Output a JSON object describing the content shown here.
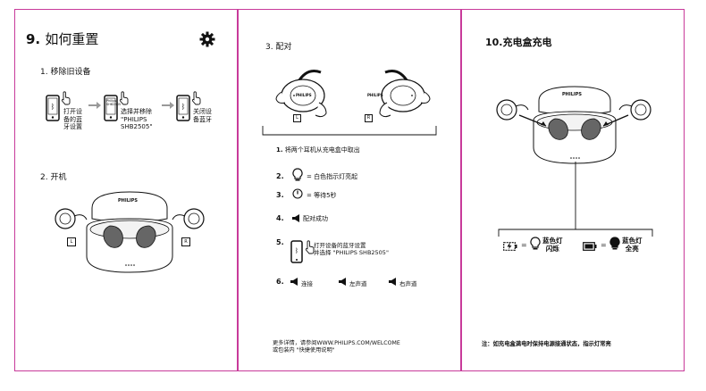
{
  "colors": {
    "border": "#c83a9a",
    "ink": "#111111"
  },
  "panel1": {
    "title_num": "9.",
    "title_text": "如何重置",
    "gear_icon": "gear-icon",
    "step1_label": "1. 移除旧设备",
    "phone1_label": "打开设\n备的蓝\n牙设置",
    "phone2_label": "选择并移除\n\"PHILIPS\nSHB2505\"",
    "phone2_screen": "Philips\nSHB2505",
    "phone3_label": "关闭设\n备蓝牙",
    "step2_label": "2. 开机",
    "brand": "PHILIPS",
    "left_tag": "L",
    "right_tag": "R"
  },
  "panel2": {
    "step3_label": "3. 配对",
    "brand": "PHILIPS",
    "left_tag": "L",
    "right_tag": "R",
    "instr1_num": "1.",
    "instr1_text": "将两个耳机从充电盒中取出",
    "instr2_num": "2.",
    "instr2_text": "= 白色指示灯亮起",
    "instr3_num": "3.",
    "instr3_text": "= 等待5秒",
    "instr4_num": "4.",
    "instr4_text": "配对成功",
    "instr5_num": "5.",
    "instr5_text": "打开设备的蓝牙设置\n并选择 \"PHILIPS SHB2505\"",
    "instr6_num": "6.",
    "instr6_a": "连接",
    "instr6_b": "左声道",
    "instr6_c": "右声道",
    "footer": "更多详情，请参阅WWW.PHILIPS.COM/WELCOME\n或包装内 \"快捷使用说明\""
  },
  "panel3": {
    "title": "10.充电盒充电",
    "brand": "PHILIPS",
    "blink_label": "蓝色灯\n闪烁",
    "solid_label": "蓝色灯\n全亮",
    "note": "注：如充电盒满电时保持电源接通状态，指示灯常亮"
  }
}
